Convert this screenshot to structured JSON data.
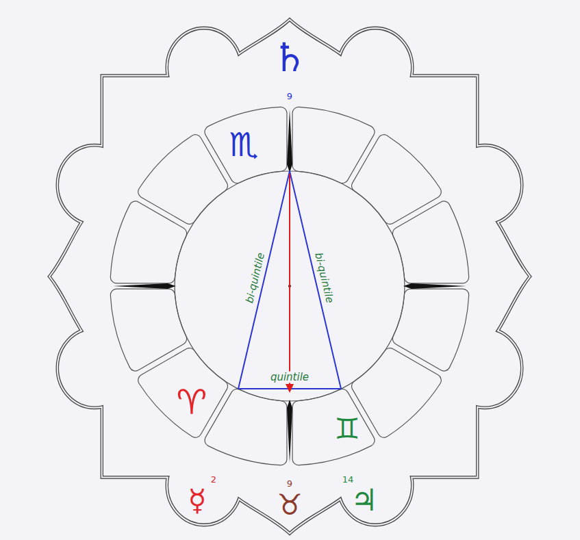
{
  "diagram": {
    "labels": [
      "♄",
      "9",
      "♏",
      "bi-quintile",
      "bi-quintile",
      "quintile",
      "♈",
      "♊",
      "2",
      "9",
      "14",
      "☿",
      "♉",
      "♃"
    ]
  }
}
